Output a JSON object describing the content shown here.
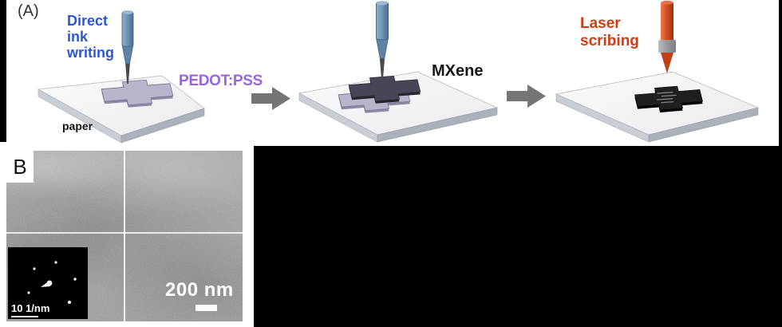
{
  "panel_a": {
    "label": "(A)",
    "step1": {
      "title": "Direct\nink\nwriting",
      "material": "PEDOT:PSS",
      "substrate": "paper"
    },
    "step2": {
      "material": "MXene"
    },
    "step3": {
      "title": "Laser\nscribing"
    }
  },
  "panel_b": {
    "label": "B",
    "scale_bar": "200 nm",
    "inset_scale": "10 1/nm"
  },
  "colors": {
    "ink_blue_text": "#2a57d8",
    "pedot_purple_text": "#9a63e6",
    "laser_red_text": "#d43b10",
    "arrow_gray": "#757575",
    "pen_blue": "#6d93b8",
    "laser_orange": "#d4501f",
    "mxene_cross": "#474656",
    "pedot_cross": "#b7b4cb",
    "scribed_cross": "#1f1f1f"
  }
}
